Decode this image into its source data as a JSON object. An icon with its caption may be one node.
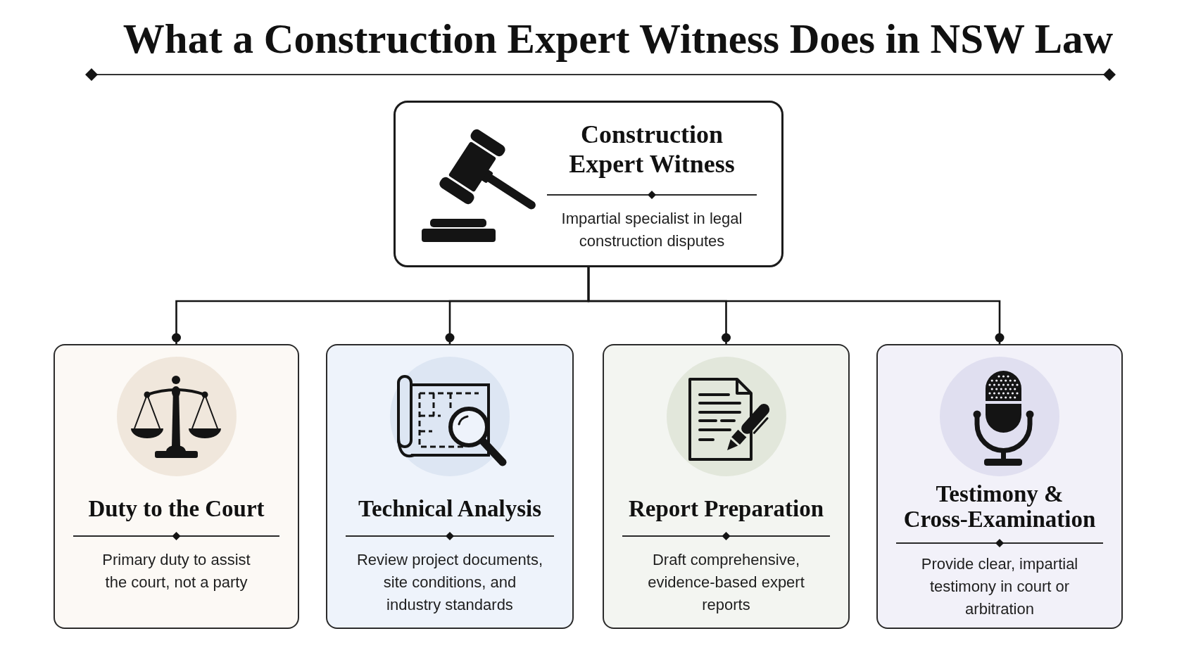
{
  "diagram": {
    "title": "What a Construction Expert Witness Does in NSW Law",
    "nodes": [
      {
        "text": [
          "Construction Expert Witness",
          "Impartial specialist in legal construction disputes"
        ]
      },
      {
        "text": [
          "Duty to the Court",
          "Primary duty to assist the court, not a party"
        ]
      },
      {
        "text": [
          "Technical Analysis",
          "Review project documents, site conditions, and industry standards"
        ]
      },
      {
        "text": [
          "Report Preparation",
          "Draft comprehensive, evidence-based expert reports"
        ]
      },
      {
        "text": [
          "Testimony & Cross-Examination",
          "Provide clear, impartial testimony in court or arbitration"
        ]
      }
    ],
    "edges": [
      {
        "from": 0,
        "to": 1,
        "arrow": "other"
      },
      {
        "from": 0,
        "to": 2,
        "arrow": "other"
      },
      {
        "from": 0,
        "to": 3,
        "arrow": "other"
      },
      {
        "from": 0,
        "to": 4,
        "arrow": "other"
      }
    ]
  }
}
